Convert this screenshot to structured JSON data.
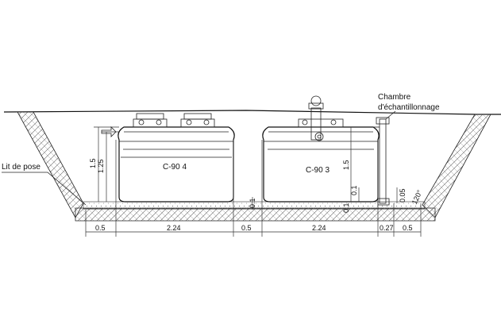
{
  "labels": {
    "chamber_line1": "Chambre",
    "chamber_line2": "d'échantillonnage",
    "bedding": "Lit de pose",
    "tank1": "C-90 4",
    "tank2": "C-90 3"
  },
  "vertical_dims": {
    "tank1_total": "1.5",
    "tank1_body": "1.25",
    "tank2_total": "1.5",
    "tank2_inner": "0.1",
    "gap_left": "0.1",
    "gap_small_a": "0.1",
    "chamber_offset": "0.05",
    "angle": "120°"
  },
  "bottom_dims": [
    "0.5",
    "2.24",
    "0.5",
    "2.24",
    "0.27",
    "0.5"
  ],
  "colors": {
    "line": "#111111",
    "hatch": "#555555",
    "fill": "#ffffff"
  }
}
